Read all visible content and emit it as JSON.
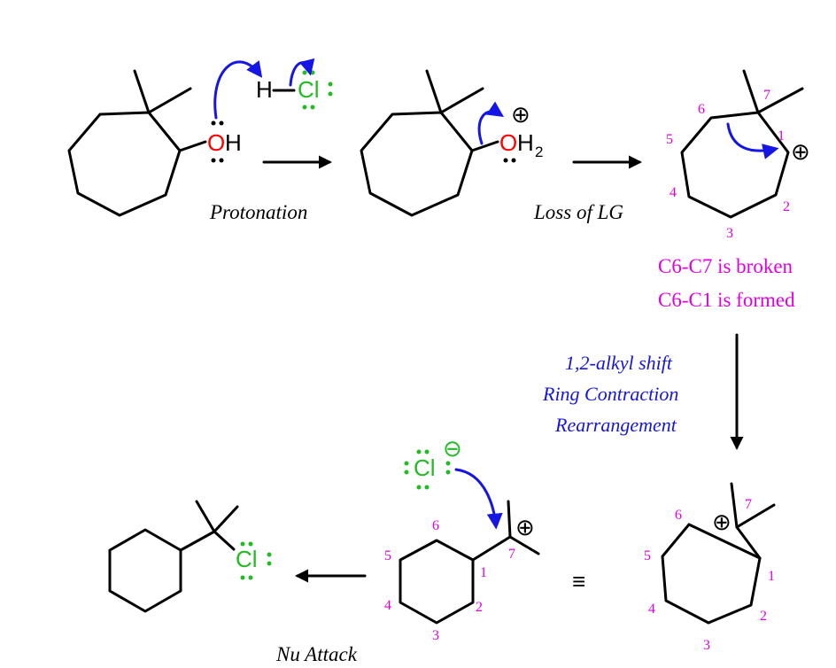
{
  "atoms": {
    "o1": "O",
    "h1": "H",
    "h_hcl": "H",
    "cl_hcl": "Cl",
    "o2": "O",
    "h2": "H",
    "h2_sub": "2",
    "cl_anion": "Cl",
    "cl_product": "Cl"
  },
  "charges": {
    "plus": "⊕",
    "minus": "⊖"
  },
  "captions": {
    "protonation": "Protonation",
    "loss_lg": "Loss of LG",
    "nu_attack": "Nu Attack"
  },
  "notes": {
    "broken": "C6-C7 is broken",
    "formed": "C6-C1 is formed"
  },
  "shift_labels": [
    "1,2-alkyl shift",
    "Ring Contraction",
    "Rearrangement"
  ],
  "equivalence": "≡",
  "carbocation_7_numbers": [
    "1",
    "2",
    "3",
    "4",
    "5",
    "6",
    "7"
  ],
  "cation_contracted_numbers": [
    "1",
    "2",
    "3",
    "4",
    "5",
    "6",
    "7"
  ],
  "cyclohexyl_numbers": [
    "1",
    "2",
    "3",
    "4",
    "5",
    "6",
    "7"
  ],
  "colors": {
    "oxygen": "#ff0000",
    "chlorine": "#22bb22",
    "arrow": "#1515e6",
    "numbering": "#e000e0"
  }
}
